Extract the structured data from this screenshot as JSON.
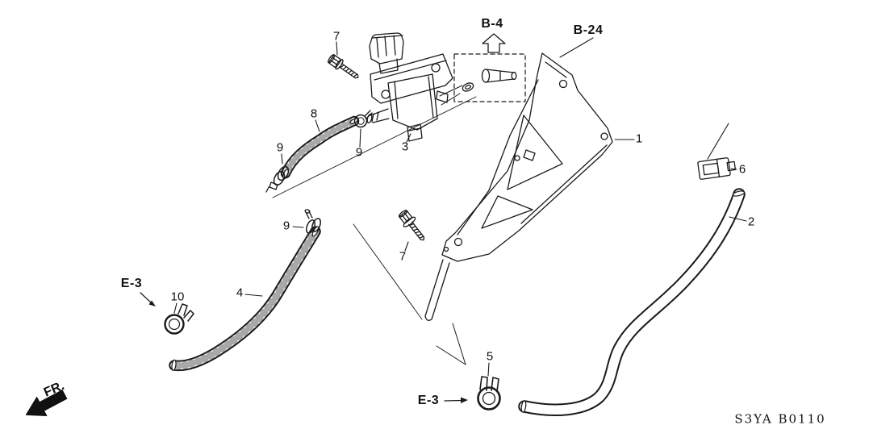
{
  "diagram": {
    "part_code": "S3YA B0110",
    "direction_label": "FR.",
    "refs": {
      "b4": "B-4",
      "b24": "B-24",
      "e3_left": "E-3",
      "e3_bottom": "E-3"
    },
    "callouts": {
      "panel_bracket": "1",
      "long_hose": "2",
      "solenoid_valve": "3",
      "lower_hose": "4",
      "hose_clamp_bottom": "5",
      "harness_clip": "6",
      "bolt_upper": "7",
      "bolt_lower": "7",
      "short_hose": "8",
      "clamp_short_hose_end": "9",
      "clamp_short_hose_ring": "9",
      "clamp_lower_hose": "9",
      "hose_clamp_left": "10"
    },
    "colors": {
      "line": "#1a1a1a",
      "background": "#ffffff"
    }
  }
}
